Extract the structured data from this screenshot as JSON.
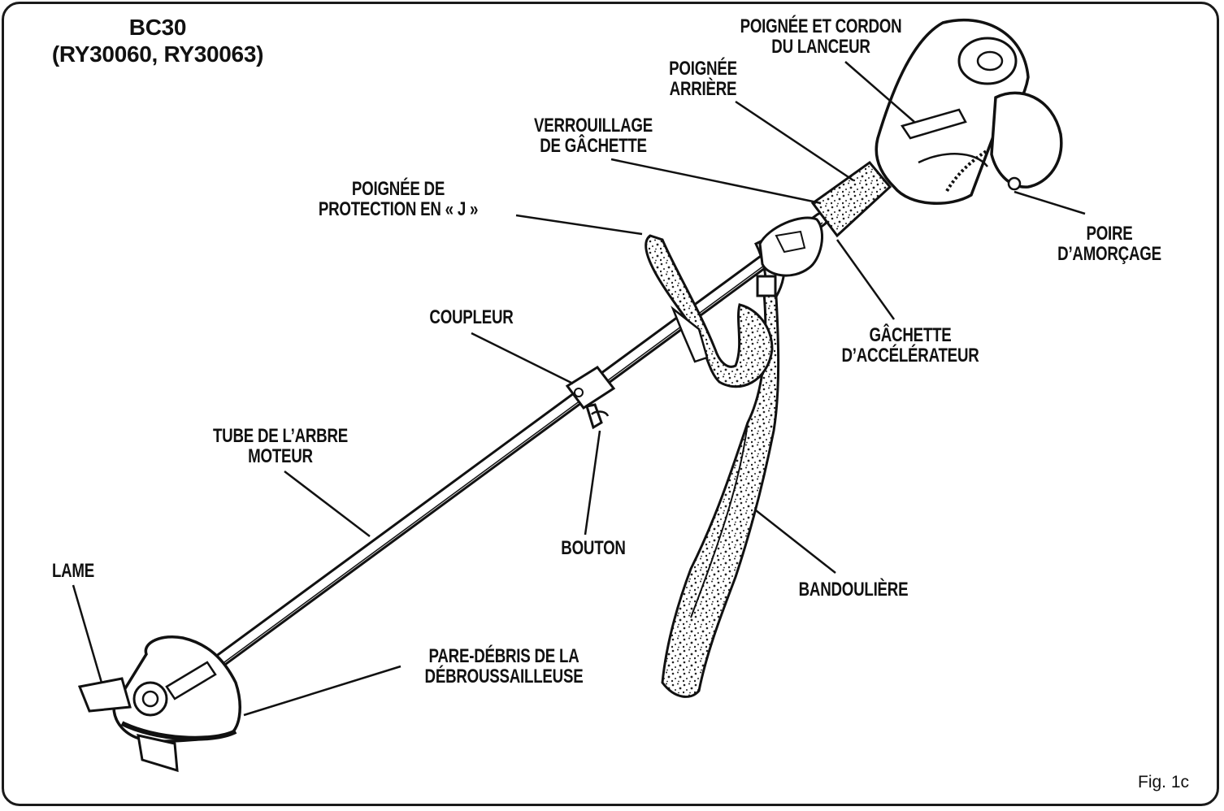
{
  "title": {
    "model": "BC30",
    "variants": "(RY30060, RY30063)"
  },
  "figure_label": "Fig. 1c",
  "colors": {
    "ink": "#111111",
    "background": "#ffffff"
  },
  "labels": {
    "starter_handle": [
      "POIGNÉE ET CORDON",
      "DU LANCEUR"
    ],
    "rear_handle": [
      "POIGNÉE",
      "ARRIÈRE"
    ],
    "trigger_lockout": [
      "VERROUILLAGE",
      "DE GÂCHETTE"
    ],
    "j_handle": [
      "POIGNÉE DE",
      "PROTECTION EN « J »"
    ],
    "primer_bulb": [
      "POIRE",
      "D’AMORÇAGE"
    ],
    "coupler": [
      "COUPLEUR"
    ],
    "throttle_trigger": [
      "GÂCHETTE",
      "D’ACCÉLÉRATEUR"
    ],
    "drive_shaft": [
      "TUBE DE L’ARBRE",
      "MOTEUR"
    ],
    "knob": [
      "BOUTON"
    ],
    "blade": [
      "LAME"
    ],
    "harness": [
      "BANDOULIÈRE"
    ],
    "guard": [
      "PARE-DÉBRIS DE LA",
      "DÉBROUSSAILLEUSE"
    ]
  }
}
